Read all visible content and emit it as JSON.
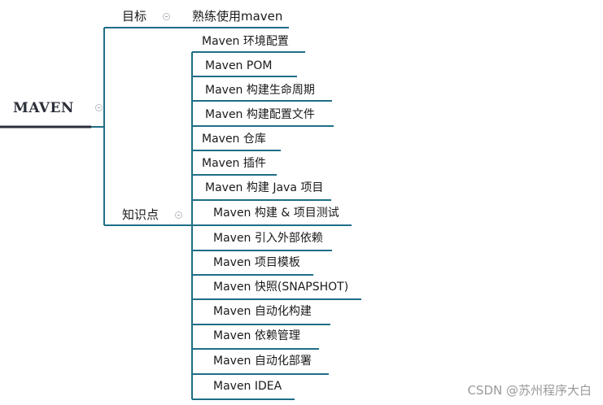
{
  "root": {
    "label": "MAVEN"
  },
  "branches": [
    {
      "label": "目标",
      "children": [
        "熟练使用maven"
      ]
    },
    {
      "label": "知识点",
      "children": [
        "Maven 环境配置",
        "Maven POM",
        "Maven 构建生命周期",
        "Maven 构建配置文件",
        "Maven 仓库",
        "Maven 插件",
        "Maven 构建 Java 项目",
        "Maven 构建 & 项目测试",
        "Maven 引入外部依赖",
        "Maven 项目模板",
        "Maven 快照(SNAPSHOT)",
        "Maven 自动化构建",
        "Maven 依赖管理",
        "Maven 自动化部署",
        "Maven IDEA"
      ]
    }
  ],
  "watermark": "CSDN @苏州程序大白",
  "colors": {
    "line": "#1f6e86",
    "root_underline": "#2b2f3a",
    "toggle": "#b7bcc4"
  }
}
